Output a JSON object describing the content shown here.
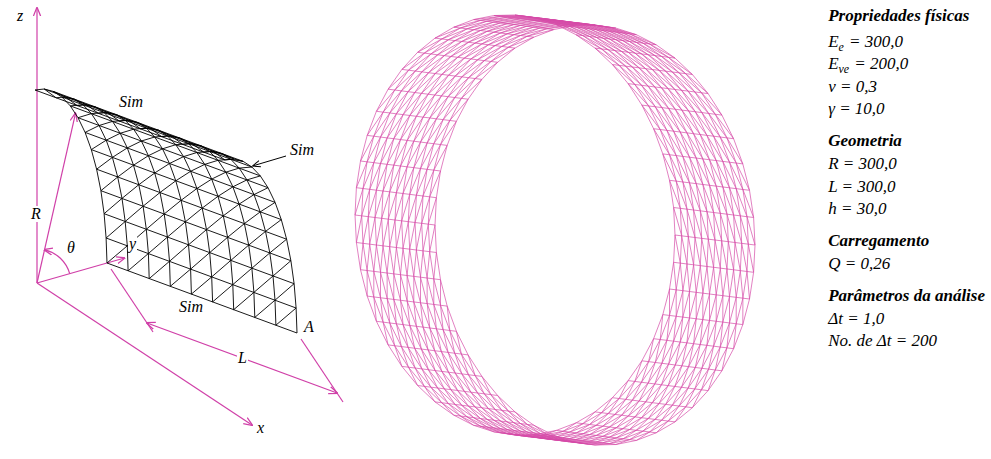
{
  "diagram": {
    "labels": [
      "z",
      "Sim",
      "Sim",
      "R",
      "y",
      "θ",
      "Sim",
      "A",
      "L",
      "x",
      "Propriedades físicas",
      "E",
      "e",
      "= 300,0",
      "E",
      "ve",
      "= 200,0",
      "ν = 0,3",
      "γ = 10,0",
      "Geometria",
      "R = 300,0",
      "L = 300,0",
      "h = 30,0",
      "Carregamento",
      "Q = 0,26",
      "Parâmetros da análise",
      "Δt = 1,0",
      "No. de Δt = 200"
    ]
  }
}
